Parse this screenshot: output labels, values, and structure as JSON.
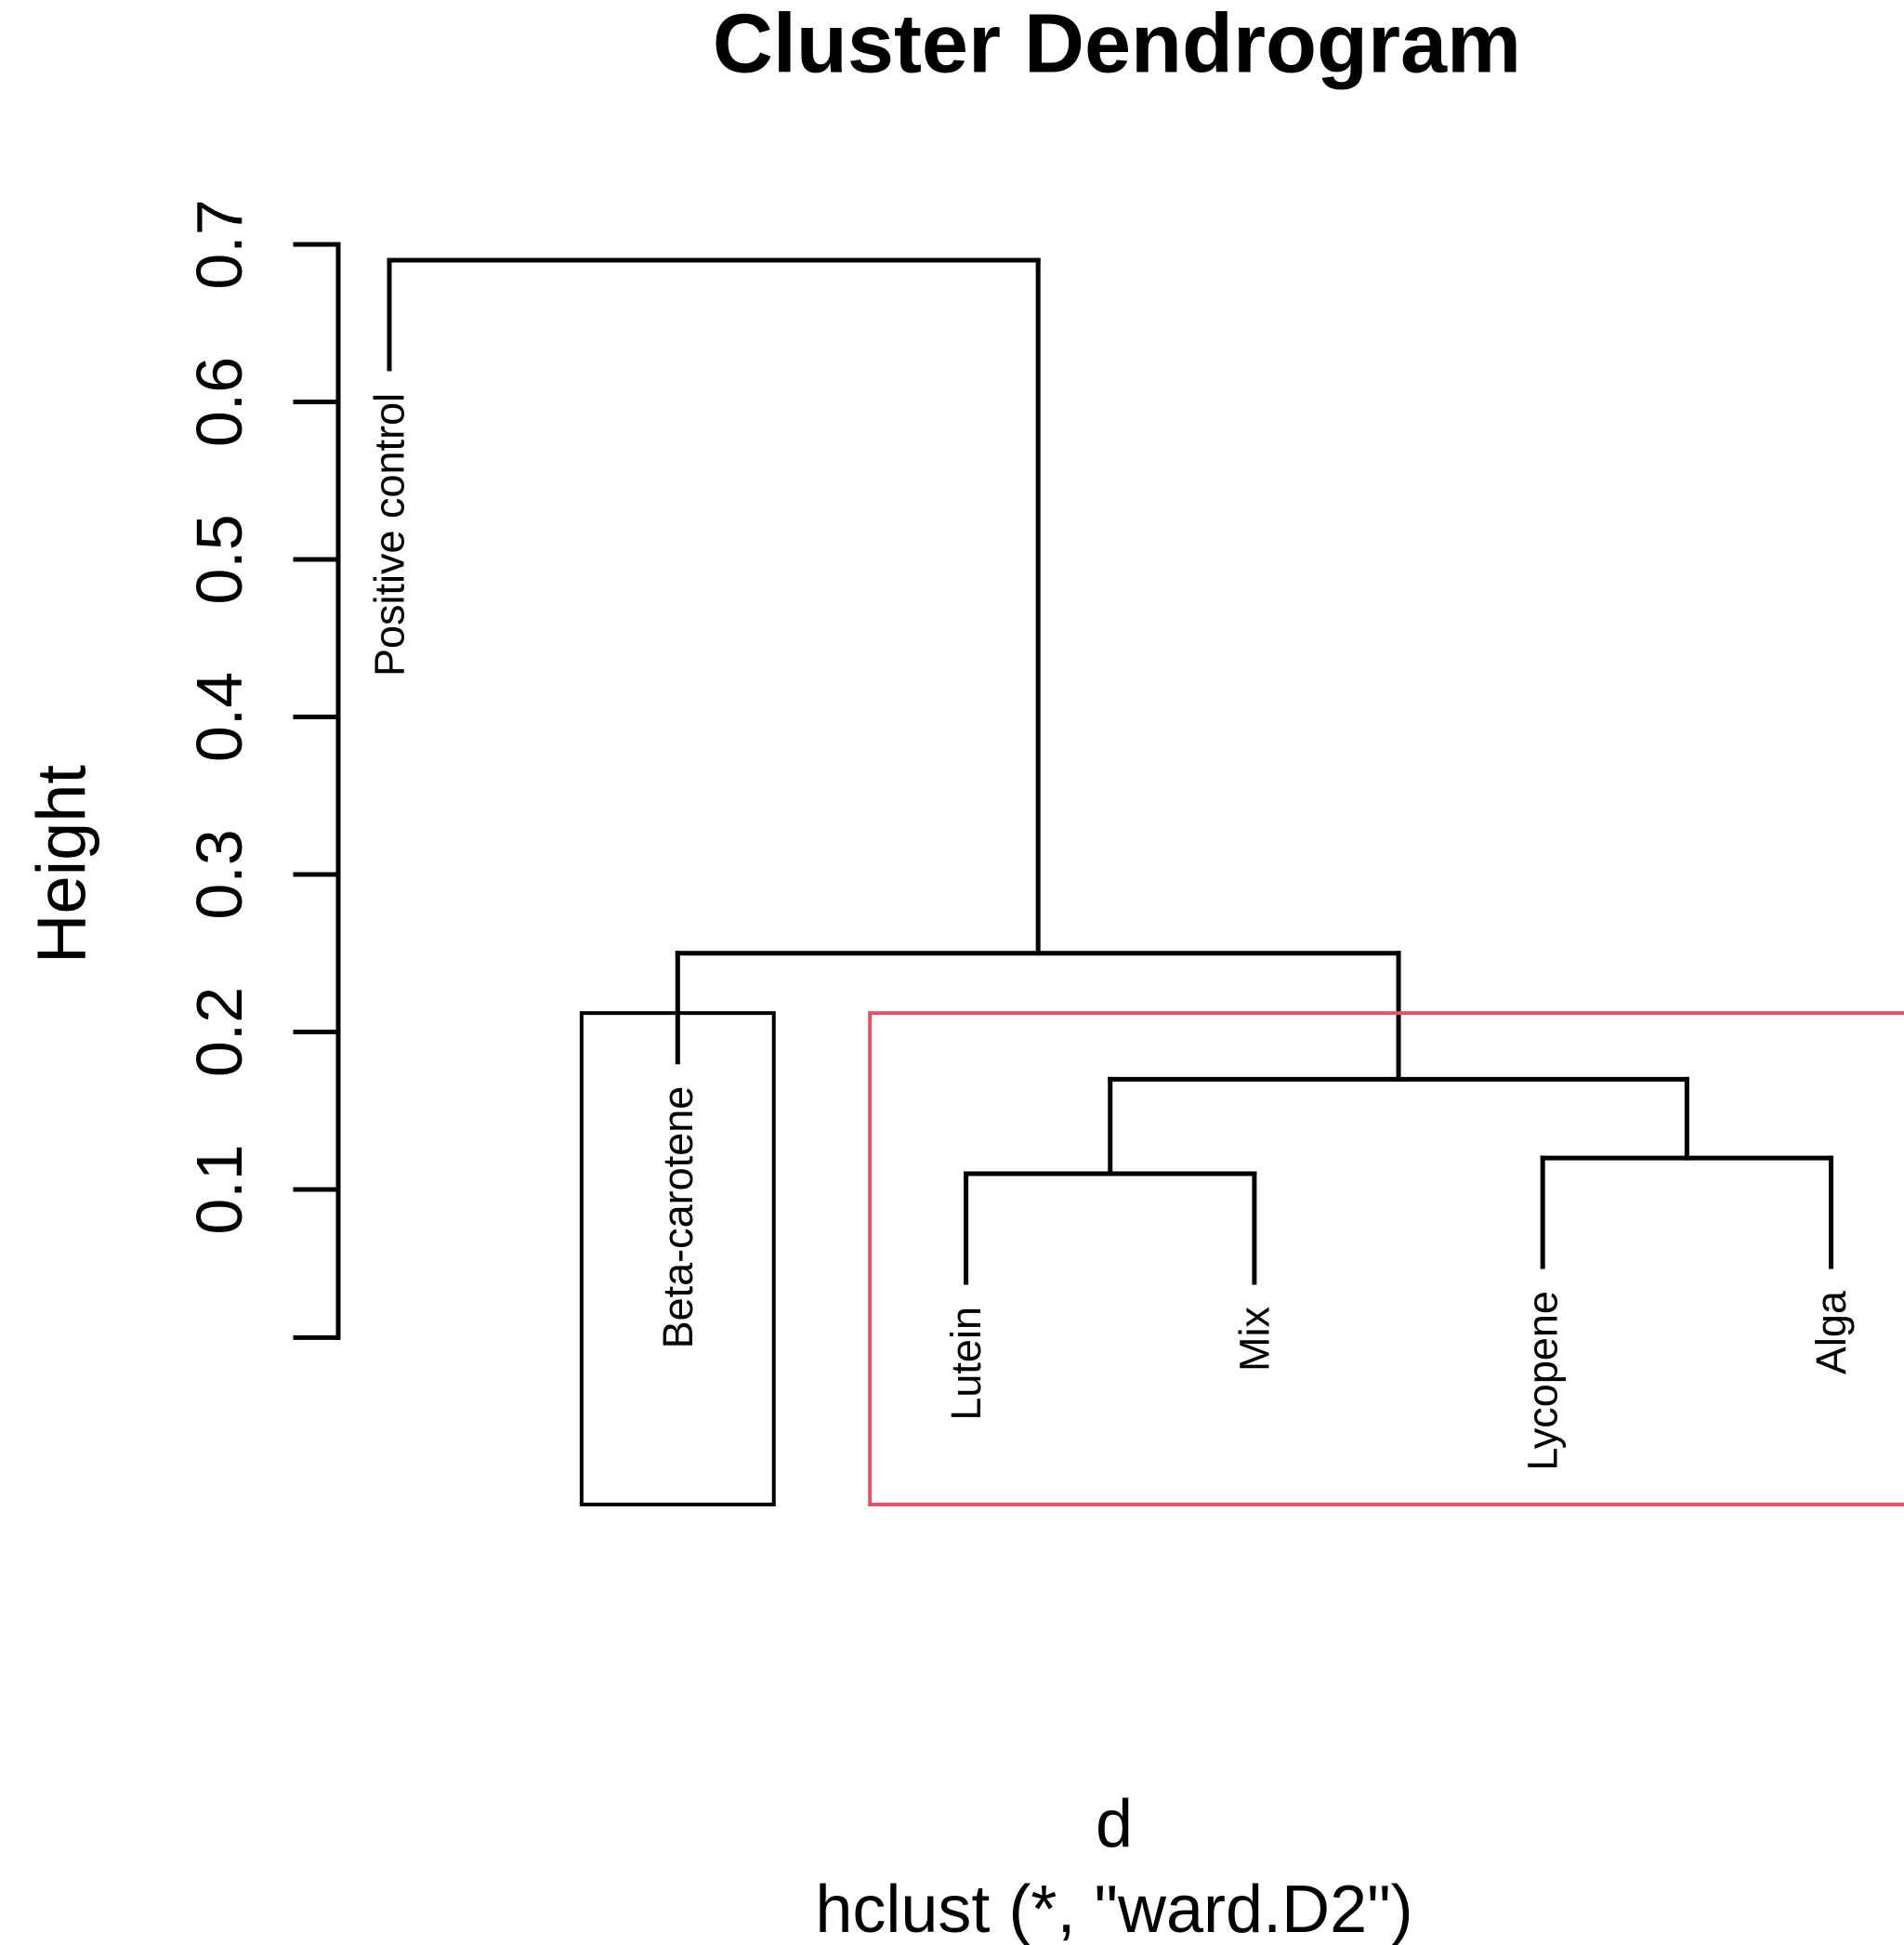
{
  "title": "Cluster Dendrogram",
  "y_axis": {
    "label": "Height"
  },
  "caption": {
    "line1": "d",
    "line2": "hclust (*, \"ward.D2\")"
  },
  "colors": {
    "line": "#000000",
    "text": "#000000",
    "background": "#FFFFFF",
    "cluster_box_black": "#000000",
    "cluster_box_red": "#DF536B"
  },
  "chart_data": {
    "type": "dendrogram",
    "method": "hclust ward.D2",
    "orientation": "leaves-down",
    "title": "Cluster Dendrogram",
    "ylabel": "Height",
    "yticks": [
      0.1,
      0.2,
      0.3,
      0.4,
      0.5,
      0.6,
      0.7
    ],
    "ylim": [
      0.006,
      0.7
    ],
    "grid": false,
    "legend": "none",
    "hang": 0.069,
    "leaves": [
      "Positive control",
      "Beta-carotene",
      "Lutein",
      "Mix",
      "Lycopene",
      "Alga"
    ],
    "tree": {
      "height": 0.69,
      "children": [
        {
          "leaf": "Positive control"
        },
        {
          "height": 0.25,
          "children": [
            {
              "leaf": "Beta-carotene"
            },
            {
              "height": 0.17,
              "children": [
                {
                  "height": 0.11,
                  "children": [
                    {
                      "leaf": "Lutein"
                    },
                    {
                      "leaf": "Mix"
                    }
                  ]
                },
                {
                  "height": 0.12,
                  "children": [
                    {
                      "leaf": "Lycopene"
                    },
                    {
                      "leaf": "Alga"
                    }
                  ]
                }
              ]
            }
          ]
        }
      ]
    },
    "merges": [
      {
        "members": [
          "Lutein",
          "Mix"
        ],
        "height": 0.11
      },
      {
        "members": [
          "Lycopene",
          "Alga"
        ],
        "height": 0.12
      },
      {
        "members": [
          "Lutein",
          "Mix",
          "Lycopene",
          "Alga"
        ],
        "height": 0.17
      },
      {
        "members": [
          "Beta-carotene",
          "Lutein",
          "Mix",
          "Lycopene",
          "Alga"
        ],
        "height": 0.25
      },
      {
        "members": [
          "Positive control",
          "Beta-carotene",
          "Lutein",
          "Mix",
          "Lycopene",
          "Alga"
        ],
        "height": 0.69
      }
    ],
    "cluster_rectangles": [
      {
        "around": [
          "Beta-carotene"
        ],
        "from_leaf": 2,
        "to_leaf": 2,
        "top_height": 0.212,
        "bottom_height": -0.1,
        "color": "#000000",
        "clipped_right": false
      },
      {
        "around": [
          "Lutein",
          "Mix",
          "Lycopene",
          "Alga"
        ],
        "from_leaf": 3,
        "to_leaf": 6,
        "top_height": 0.212,
        "bottom_height": -0.1,
        "color": "#DF536B",
        "clipped_right": true
      }
    ]
  }
}
